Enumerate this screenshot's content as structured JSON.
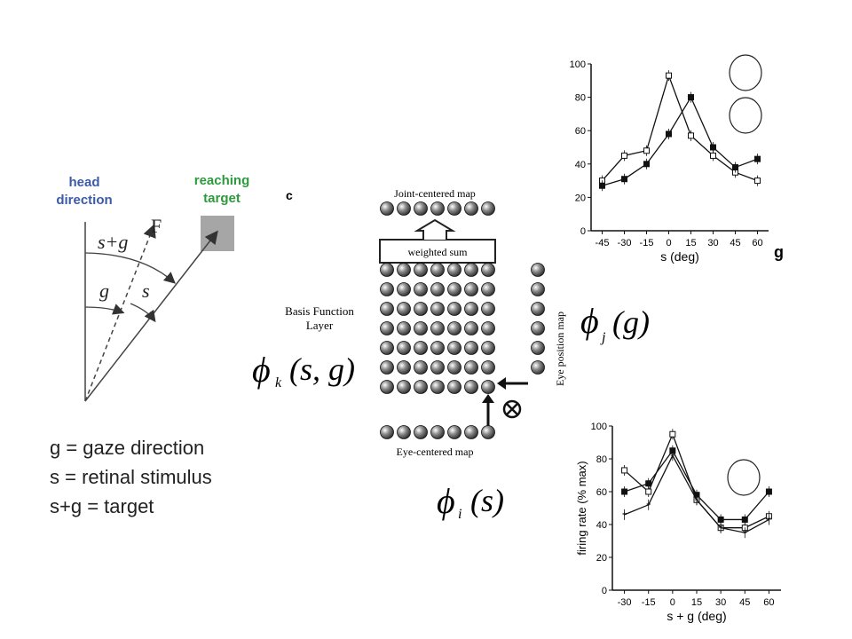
{
  "left_diagram": {
    "head_label": "head\ndirection",
    "reach_label": "reaching\ntarget",
    "angle_sg": "s+g",
    "angle_g": "g",
    "angle_s": "s",
    "vector_f": "F",
    "colors": {
      "head": "#3c5aa6",
      "reach": "#2e9a3e",
      "target_box": "#a6a6a6"
    }
  },
  "legend": {
    "line1": "g = gaze direction",
    "line2": "s = retinal stimulus",
    "line3": "s+g = target"
  },
  "network": {
    "panel_letter": "c",
    "joint_map_label": "Joint-centered map",
    "weighted_sum_label": "weighted sum",
    "basis_label_1": "Basis Function",
    "basis_label_2": "Layer",
    "eye_position_label": "Eye position map",
    "eye_centered_label": "Eye-centered map",
    "phi_k_sub": "k",
    "phi_k_args": "(s, g)",
    "phi_i_sub": "i",
    "phi_i_args": "(s)",
    "phi_j_sub": "j",
    "phi_j_args": "(g)",
    "multiply_symbol": "⊗"
  },
  "chart_data": [
    {
      "type": "line",
      "panel_label": "g",
      "xlabel": "s (deg)",
      "x": [
        -45,
        -30,
        -15,
        0,
        15,
        30,
        45,
        60
      ],
      "ylim": [
        0,
        100
      ],
      "yticks": [
        0,
        20,
        40,
        60,
        80,
        100
      ],
      "series": [
        {
          "marker": "open-square",
          "values": [
            30,
            45,
            48,
            93,
            57,
            45,
            35,
            30
          ]
        },
        {
          "marker": "filled-square",
          "values": [
            27,
            31,
            40,
            58,
            80,
            50,
            38,
            43
          ]
        }
      ]
    },
    {
      "type": "line",
      "ylabel": "firing rate (% max)",
      "xlabel": "s + g (deg)",
      "x": [
        -30,
        -15,
        0,
        15,
        30,
        45,
        60
      ],
      "ylim": [
        0,
        100
      ],
      "yticks": [
        0,
        20,
        40,
        60,
        80,
        100
      ],
      "series": [
        {
          "marker": "filled-square",
          "values": [
            60,
            65,
            85,
            58,
            43,
            43,
            60
          ]
        },
        {
          "marker": "open-square",
          "values": [
            73,
            60,
            95,
            55,
            38,
            38,
            45
          ]
        },
        {
          "marker": "star",
          "values": [
            46,
            52,
            82,
            55,
            38,
            35,
            43
          ]
        }
      ]
    }
  ]
}
